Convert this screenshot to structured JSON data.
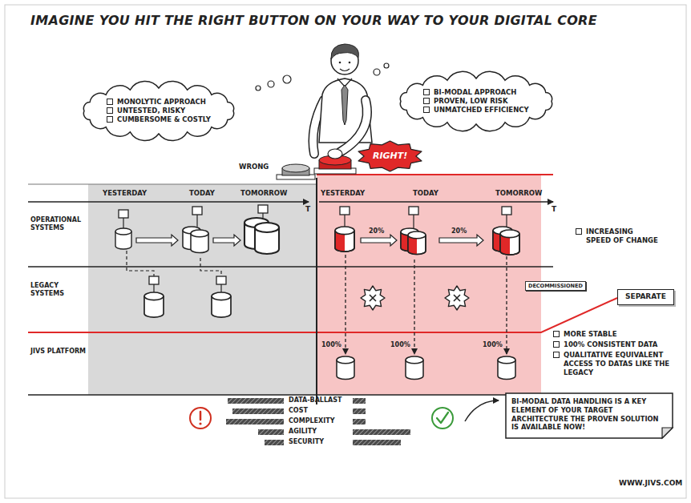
{
  "diagram": {
    "title": "IMAGINE YOU HIT THE RIGHT BUTTON ON YOUR WAY TO YOUR DIGITAL CORE",
    "nodes": [
      {
        "text": [
          "MONOLYTIC APPROACH",
          "UNTESTED, RISKY",
          "CUMBERSOME & COSTLY"
        ]
      },
      {
        "text": [
          "BI-MODAL APPROACH",
          "PROVEN, LOW RISK",
          "UNMATCHED EFFICIENCY"
        ]
      },
      {
        "text": [
          "RIGHT!"
        ]
      },
      {
        "text": [
          "DECOMMISSIONED"
        ]
      },
      {
        "text": [
          "SEPARATE"
        ]
      },
      {
        "text": [
          "BI-MODAL DATA HANDLING IS A KEY ELEMENT OF YOUR TARGET ARCHITECTURE THE PROVEN SOLUTION IS AVAILABLE NOW!"
        ]
      }
    ],
    "labels": [
      "WRONG",
      "YESTERDAY",
      "TODAY",
      "TOMORROW",
      "T",
      "YESTERDAY",
      "TODAY",
      "TOMORROW",
      "T",
      "OPERATIONAL SYSTEMS",
      "LEGACY SYSTEMS",
      "JIVS PLATFORM",
      "20%",
      "20%",
      "100%",
      "100%",
      "100%",
      "INCREASING SPEED OF CHANGE",
      "MORE STABLE",
      "100% CONSISTENT DATA",
      "QUALITATIVE EQUIVALENT ACCESS TO DATAS LIKE THE LEGACY",
      "DATA-BALLAST",
      "COST",
      "COMPLEXITY",
      "AGILITY",
      "SECURITY",
      "WWW.JIVS.COM"
    ]
  }
}
